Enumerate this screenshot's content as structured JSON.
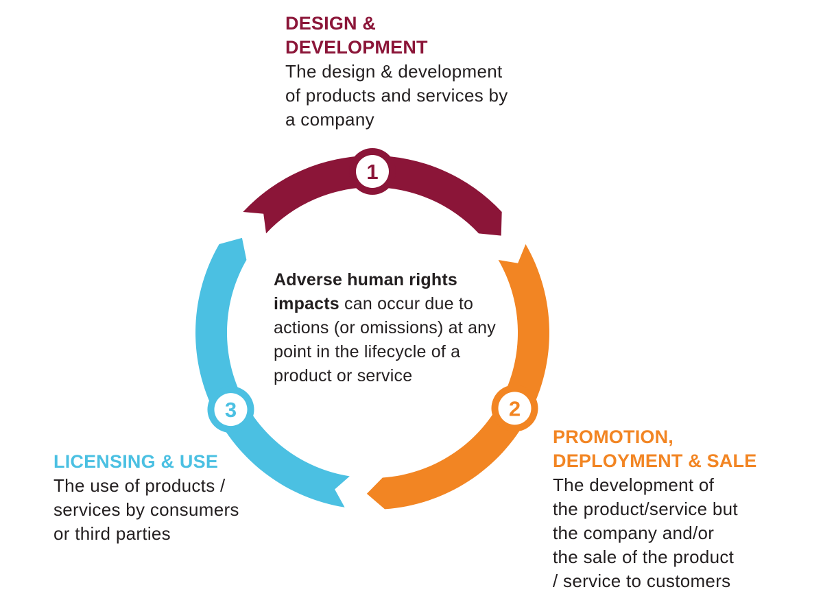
{
  "colors": {
    "design": "#8b1538",
    "promotion": "#f28523",
    "licensing": "#4bc0e2",
    "background": "#ffffff"
  },
  "stages": [
    {
      "number": "1",
      "title_line1": "DESIGN &",
      "title_line2": "DEVELOPMENT",
      "desc_lines": [
        "The design & development",
        "of products and services by",
        "a company"
      ]
    },
    {
      "number": "2",
      "title_line1": "PROMOTION,",
      "title_line2": "DEPLOYMENT & SALE",
      "desc_lines": [
        "The development of",
        "the product/service but",
        "the company and/or",
        "the sale of the product",
        "/ service to customers"
      ]
    },
    {
      "number": "3",
      "title_line1": "LICENSING & USE",
      "desc_lines": [
        "The use of products /",
        "services by consumers",
        "or third parties"
      ]
    }
  ],
  "center": {
    "bold": "Adverse human rights impacts",
    "rest": " can occur due to actions (or omissions) at any point in the lifecycle of a product or service"
  }
}
